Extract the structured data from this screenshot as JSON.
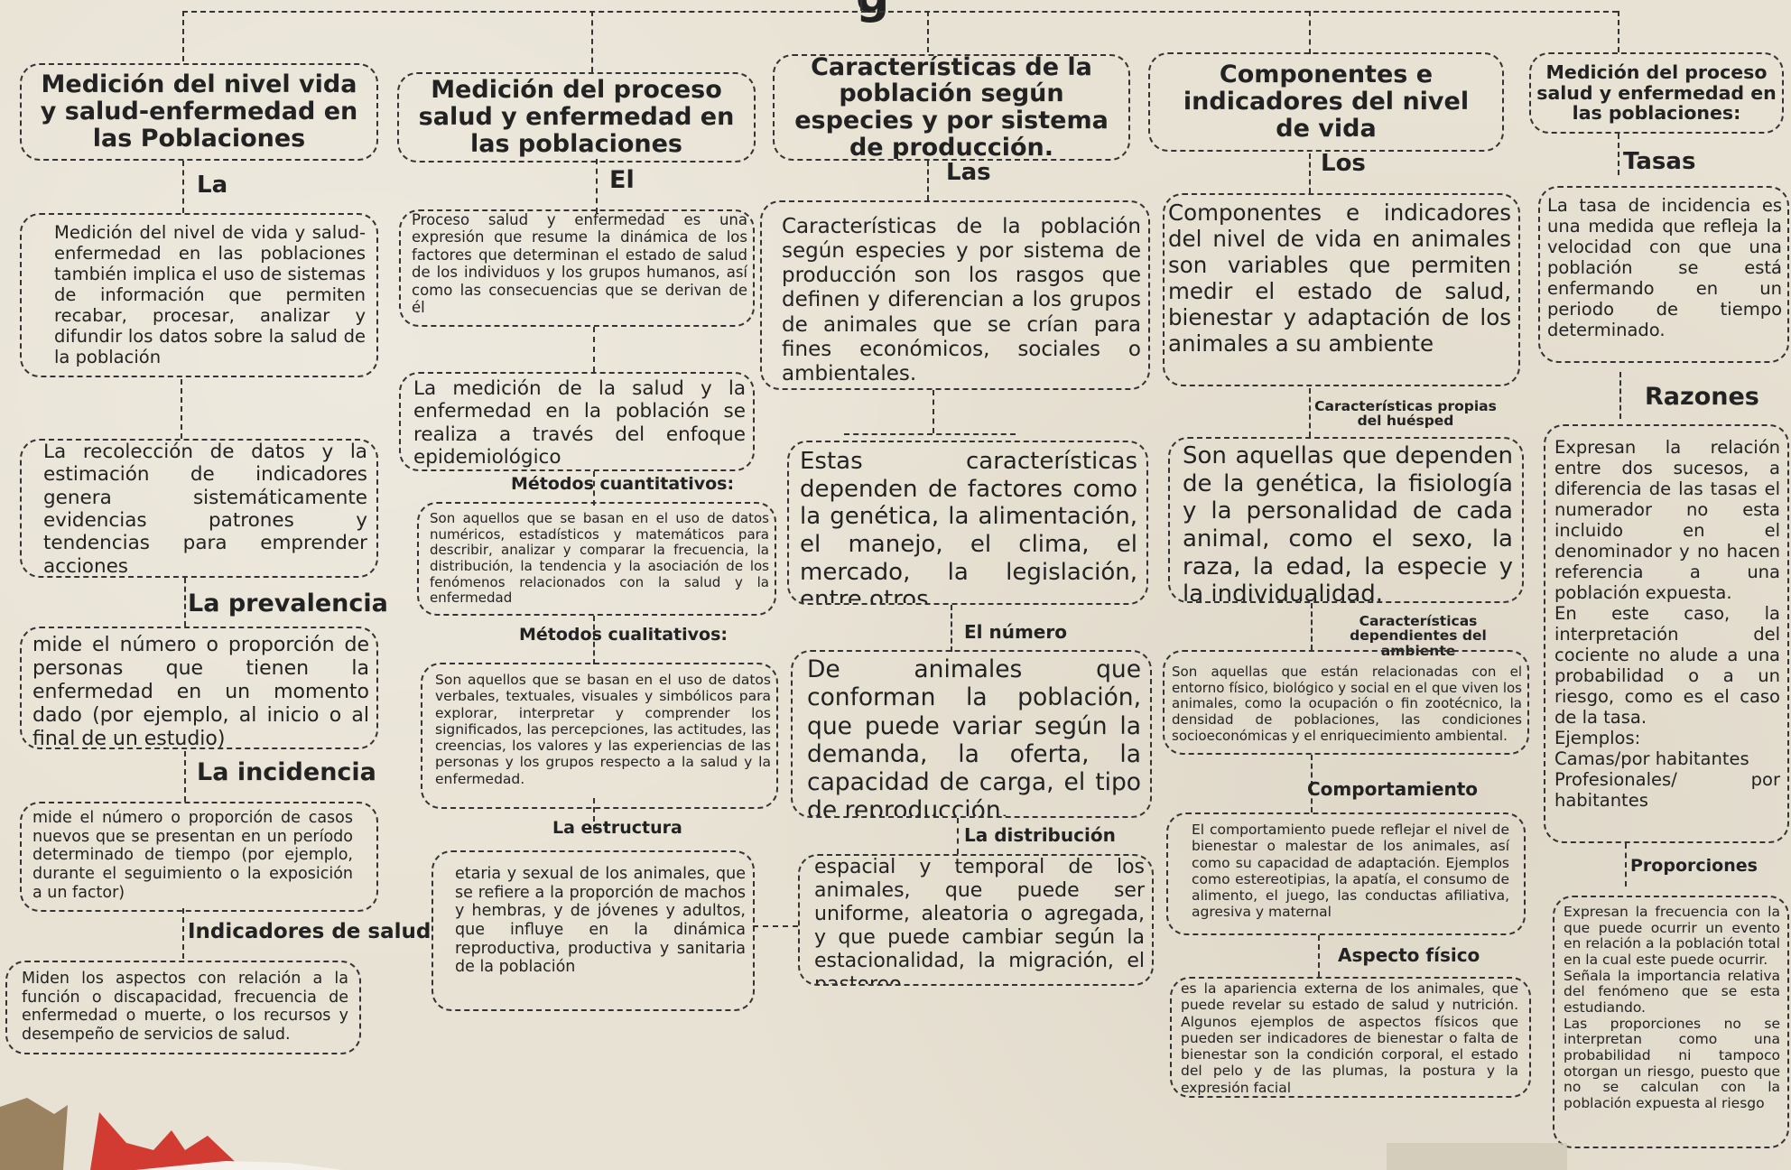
{
  "header_fragment": "g",
  "columns": [
    {
      "title": "Medición del nivel vida y salud-enfermedad en las Poblaciones",
      "items": [
        {
          "label": "La",
          "text": "Medición del nivel de vida y salud-enfermedad en las poblaciones también implica el uso de sistemas de información que permiten recabar, procesar, analizar y difundir los datos sobre la salud de la población"
        },
        {
          "label": "",
          "text": "La recolección de datos y la estimación de indicadores genera sistemáticamente evidencias patrones y tendencias para emprender acciones"
        },
        {
          "label": "La prevalencia",
          "text": "mide el número o proporción de personas que tienen la enfermedad en un momento dado (por ejemplo, al inicio o al final de un estudio)"
        },
        {
          "label": "La incidencia",
          "text": "mide el número o proporción de casos nuevos que se presentan en un período determinado de tiempo (por ejemplo, durante el seguimiento o la exposición a un factor)"
        },
        {
          "label": "Indicadores de salud",
          "text": "Miden los aspectos con relación a la función o discapacidad, frecuencia de enfermedad o muerte, o los recursos y desempeño de servicios de salud."
        }
      ]
    },
    {
      "title": "Medición del proceso salud y enfermedad en las poblaciones",
      "items": [
        {
          "label": "El",
          "text": "Proceso salud y enfermedad es una expresión que resume la dinámica de los factores que determinan el estado de salud de los individuos y los grupos humanos, así como las consecuencias que se derivan de él"
        },
        {
          "label": "",
          "text": "La medición de la salud y la enfermedad en la población se realiza a través del enfoque epidemiológico"
        },
        {
          "label": "Métodos cuantitativos:",
          "text": "Son aquellos que se basan en el uso de datos numéricos, estadísticos y matemáticos para describir, analizar y comparar la frecuencia, la distribución, la tendencia y la asociación de los fenómenos relacionados con la salud y la enfermedad"
        },
        {
          "label": "Métodos cualitativos:",
          "text": "Son aquellos que se basan en el uso de datos verbales, textuales, visuales y simbólicos para explorar, interpretar y comprender los significados, las percepciones, las actitudes, las creencias, los valores y las experiencias de las personas y los grupos respecto a la salud y la enfermedad."
        },
        {
          "label": "La estructura",
          "text": "etaria y sexual de los animales, que se refiere a la proporción de machos y hembras, y de jóvenes y adultos, que influye en la dinámica reproductiva, productiva y sanitaria de la población"
        }
      ]
    },
    {
      "title": "Características de la población según especies y por sistema de producción.",
      "items": [
        {
          "label": "Las",
          "text": "Características de la población según especies y por sistema de producción son los rasgos que definen y diferencian a los grupos de animales que se crían para fines económicos, sociales o ambientales."
        },
        {
          "label": "",
          "text": "Estas características dependen de factores como la genética, la alimentación, el manejo, el clima, el mercado, la legislación, entre otros"
        },
        {
          "label": "El número",
          "text": "De animales que conforman la población, que puede variar según la demanda, la oferta, la capacidad de carga, el tipo de reproducción."
        },
        {
          "label": "La distribución",
          "text": "espacial y temporal de los animales, que puede ser uniforme, aleatoria o agregada, y que puede cambiar según la estacionalidad, la migración, el pastoreo"
        }
      ]
    },
    {
      "title": "Componentes e indicadores del nivel de vida",
      "items": [
        {
          "label": "Los",
          "text": "Componentes e indicadores del nivel de vida en animales son variables que permiten medir el estado de salud, bienestar y adaptación de los animales a su ambiente"
        },
        {
          "label": "Características propias del huésped",
          "text": "Son aquellas que dependen de la genética, la fisiología y la personalidad de cada animal, como el sexo, la raza, la edad, la especie y la individualidad."
        },
        {
          "label": "Características dependientes del ambiente",
          "text": "Son aquellas que están relacionadas con el entorno físico, biológico y social en el que viven los animales, como la ocupación o fin zootécnico, la densidad de poblaciones, las condiciones socioeconómicas y el enriquecimiento ambiental."
        },
        {
          "label": "Comportamiento",
          "text": "El comportamiento puede reflejar el nivel de bienestar o malestar de los animales, así como su capacidad de adaptación. Ejemplos como estereotipias, la apatía, el consumo de alimento, el juego, las conductas afiliativa, agresiva y maternal"
        },
        {
          "label": "Aspecto físico",
          "text": "es la apariencia externa de los animales, que puede revelar su estado de salud y nutrición. Algunos ejemplos de aspectos físicos que pueden ser indicadores de bienestar o falta de bienestar son la condición corporal, el estado del pelo y de las plumas, la postura y la expresión facial"
        }
      ]
    },
    {
      "title": "Medición del proceso salud y enfermedad en las poblaciones:",
      "items": [
        {
          "label": "Tasas",
          "text": "La tasa de incidencia es una medida que refleja la velocidad con que una población se está enfermando en un periodo de tiempo determinado."
        },
        {
          "label": "Razones",
          "text": "Expresan la relación entre dos sucesos, a diferencia de las tasas el numerador no esta incluido en el denominador y no hacen referencia a una población expuesta.\nEn este caso, la interpretación del cociente no alude a una probabilidad o a un riesgo, como es el caso de la tasa.\nEjemplos:\nCamas/por habitantes\nProfesionales/ por habitantes"
        },
        {
          "label": "Proporciones",
          "text": "Expresan la frecuencia con la que puede ocurrir un evento en relación a la población total en la cual este puede ocurrir.\nSeñala la importancia relativa del fenómeno que se esta estudiando.\nLas proporciones no se interpretan como una probabilidad ni tampoco otorgan un riesgo, puesto que no se calculan con la población expuesta al riesgo"
        }
      ]
    }
  ]
}
